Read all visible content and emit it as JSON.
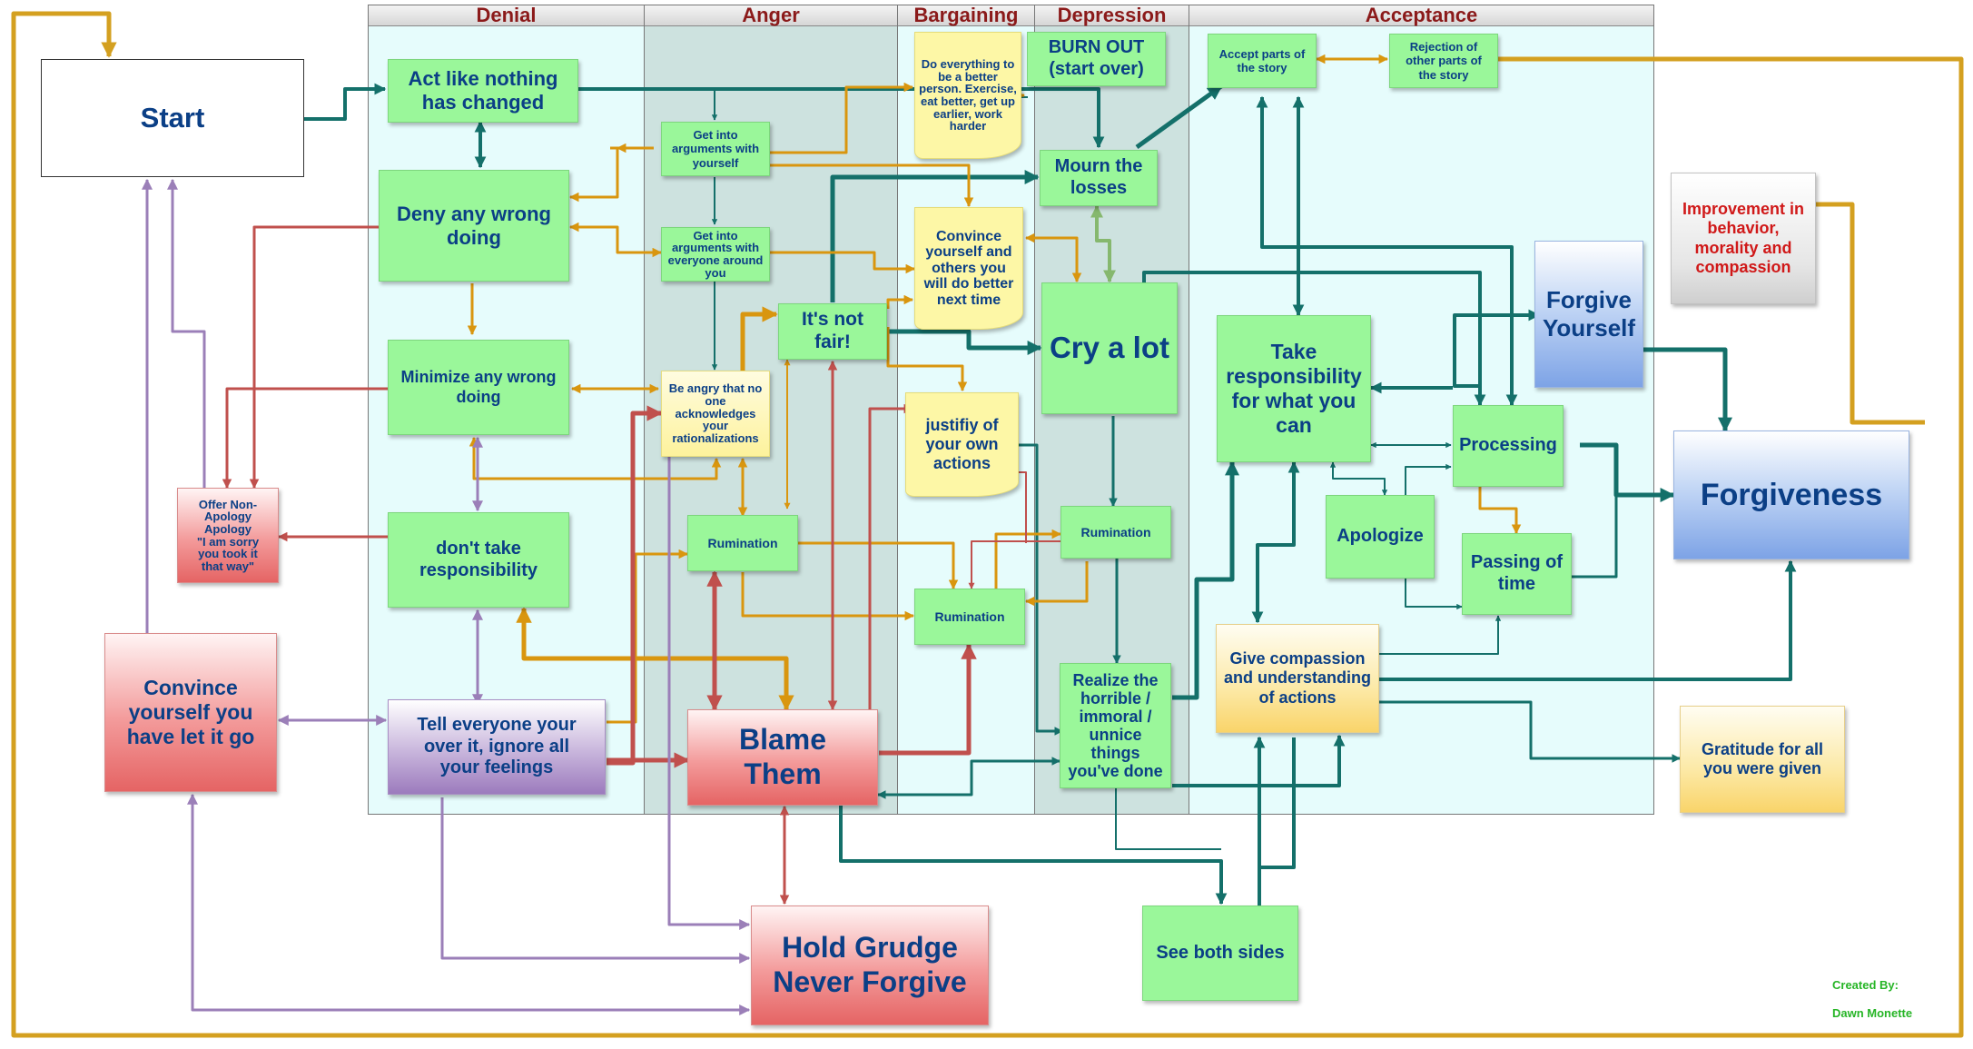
{
  "lanes": {
    "denial": "Denial",
    "anger": "Anger",
    "bargaining": "Bargaining",
    "depression": "Depression",
    "acceptance": "Acceptance"
  },
  "nodes": {
    "start": "Start",
    "act_like_nothing": "Act like nothing\nhas changed",
    "deny_wrong": "Deny any wrong\ndoing",
    "minimize_wrong": "Minimize any wrong\ndoing",
    "dont_take_resp": "don't take\nresponsibility",
    "tell_everyone": "Tell everyone your\nover it, ignore all\nyour feelings",
    "offer_nonapology": "Offer Non-\nApology\nApology\n\"I am sorry\nyou took it\nthat way\"",
    "convince_let_go": "Convince\nyourself you\nhave let it go",
    "args_yourself": "Get into\narguments with\nyourself",
    "args_everyone": "Get into\narguments with\neveryone around\nyou",
    "be_angry": "Be angry that no\none\nacknowledges\nyour\nrationalizations",
    "its_not_fair": "It's not\nfair!",
    "rumination_anger": "Rumination",
    "blame_them": "Blame\nThem",
    "hold_grudge": "Hold Grudge\nNever Forgive",
    "do_everything": "Do everything to\nbe a better\nperson. Exercise,\neat better, get up\nearlier, work\nharder",
    "convince_better": "Convince\nyourself and\nothers you\nwill do better\nnext time",
    "justify_actions": "justifiy of\nyour own\nactions",
    "rumination_barg": "Rumination",
    "burn_out": "BURN OUT\n(start over)",
    "mourn_losses": "Mourn the\nlosses",
    "cry_a_lot": "Cry a lot",
    "rumination_dep": "Rumination",
    "realize_horrible": "Realize the\nhorrible /\nimmoral /\nunnice\nthings\nyou've done",
    "accept_parts": "Accept parts of\nthe story",
    "reject_parts": "Rejection of\nother parts of\nthe story",
    "take_resp": "Take\nresponsibility\nfor what you\ncan",
    "apologize": "Apologize",
    "processing": "Processing",
    "passing_time": "Passing of\ntime",
    "give_compassion": "Give compassion\nand understanding\nof actions",
    "see_both_sides": "See both sides",
    "forgive_yourself": "Forgive\nYourself",
    "forgiveness": "Forgiveness",
    "improvement": "Improvement in\nbehavior,\nmorality and\ncompassion",
    "gratitude": "Gratitude for all\nyou were given"
  },
  "credit": {
    "created_by": "Created By:",
    "author": "Dawn Monette"
  },
  "colors": {
    "teal": "#14706a",
    "orange": "#d9960f",
    "red": "#c0504d",
    "purple": "#9b7fb8",
    "gold": "#d4a020",
    "sage": "#86b86e"
  }
}
